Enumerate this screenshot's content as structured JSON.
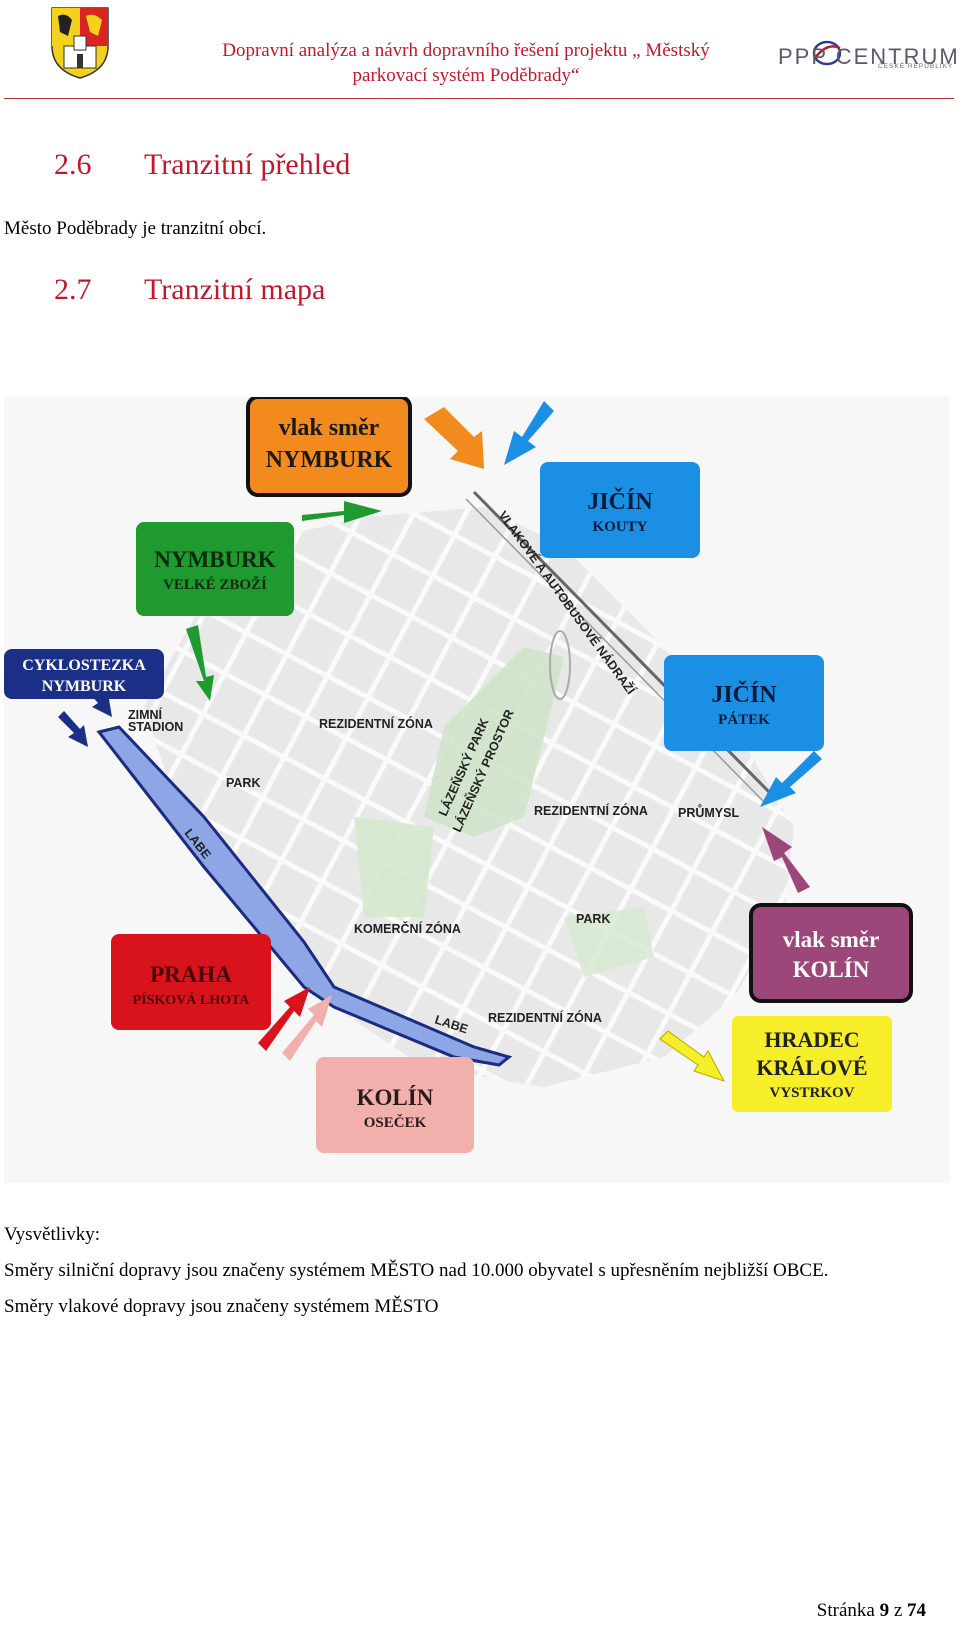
{
  "header": {
    "title_line1": "Dopravní analýza a návrh dopravního řešení projektu „ Městský",
    "title_line2": "parkovací systém Poděbrady“",
    "logo_text": "PPP CENTRUM",
    "logo_sub": "ČESKÉ REPUBLIKY"
  },
  "sections": [
    {
      "number": "2.6",
      "title": "Tranzitní přehled",
      "text": "Město Poděbrady je tranzitní obcí."
    },
    {
      "number": "2.7",
      "title": "Tranzitní mapa"
    }
  ],
  "map": {
    "boxes": {
      "vlak_nymburk": {
        "line1": "vlak směr",
        "line2": "NYMBURK",
        "color": "#f28a1e"
      },
      "nymburk": {
        "line1": "NYMBURK",
        "line2": "VELKÉ ZBOŽÍ",
        "color": "#1f9a2f"
      },
      "cyklo": {
        "line1": "CYKLOSTEZKA",
        "line2": "NYMBURK",
        "color": "#1b2f86"
      },
      "jicin_kouty": {
        "line1": "JIČÍN",
        "line2": "KOUTY",
        "color": "#1a8fe3"
      },
      "jicin_patek": {
        "line1": "JIČÍN",
        "line2": "PÁTEK",
        "color": "#1a8fe3"
      },
      "vlak_kolin": {
        "line1": "vlak směr",
        "line2": "KOLÍN",
        "color": "#9c4679"
      },
      "hradec": {
        "line1": "HRADEC",
        "line2": "KRÁLOVÉ",
        "line3": "VYSTRKOV",
        "color": "#f7ee2a"
      },
      "praha": {
        "line1": "PRAHA",
        "line2": "PÍSKOVÁ LHOTA",
        "color": "#d8131b"
      },
      "kolin": {
        "line1": "KOLÍN",
        "line2": "OSEČEK",
        "color": "#f2b0ad"
      }
    },
    "labels": {
      "zimni": "ZIMNÍ",
      "stadion": "STADION",
      "rez1": "REZIDENTNÍ ZÓNA",
      "park1": "PARK",
      "labe1": "LABE",
      "labe2": "LABE",
      "lazensky_park": "LÁZEŇSKÝ PARK",
      "lazensky_prostor": "LÁZEŇSKÝ PROSTOR",
      "nadrazi": "VLAKOVÉ A AUTOBUSOVÉ NÁDRAŽÍ",
      "rez2": "REZIDENTNÍ ZÓNA",
      "prumysl": "PRŮMYSL",
      "komercni": "KOMERČNÍ ZÓNA",
      "park2": "PARK",
      "rez3": "REZIDENTNÍ ZÓNA"
    }
  },
  "legend": {
    "heading": "Vysvětlivky:",
    "line1": "Směry silniční dopravy jsou značeny systémem MĚSTO nad 10.000 obyvatel s upřesněním nejbližší OBCE.",
    "line2": "Směry vlakové dopravy jsou značeny systémem MĚSTO"
  },
  "footer": {
    "prefix": "Stránka",
    "page": "9",
    "sep": "z",
    "total": "74"
  }
}
